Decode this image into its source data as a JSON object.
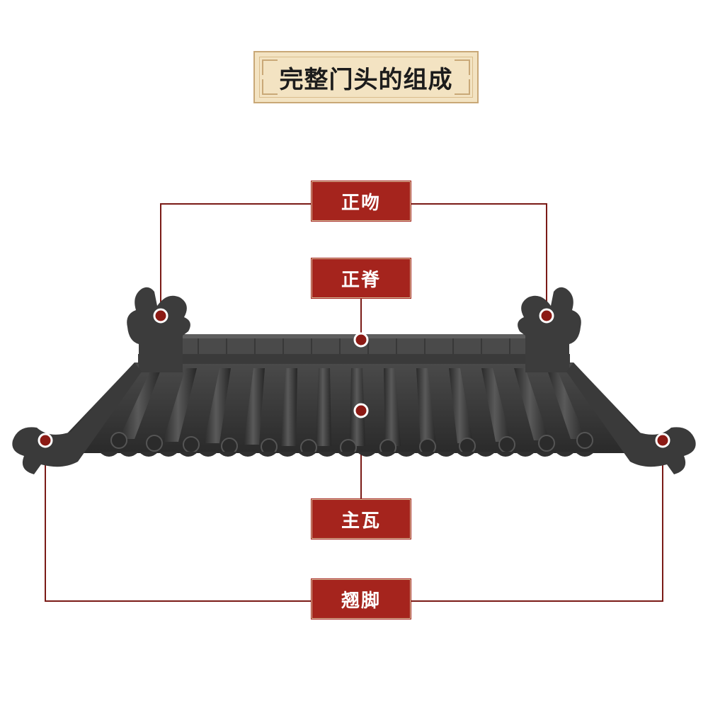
{
  "title": "完整门头的组成",
  "labels": {
    "zhengwen": "正吻",
    "zhengji": "正脊",
    "zhuwa": "主瓦",
    "qiaojiao": "翘脚"
  },
  "colors": {
    "label_bg": "#a5241d",
    "leader_line": "#7a1a16",
    "roof": "#3a3a3a",
    "plaque_bg": "#f3e3c2"
  }
}
